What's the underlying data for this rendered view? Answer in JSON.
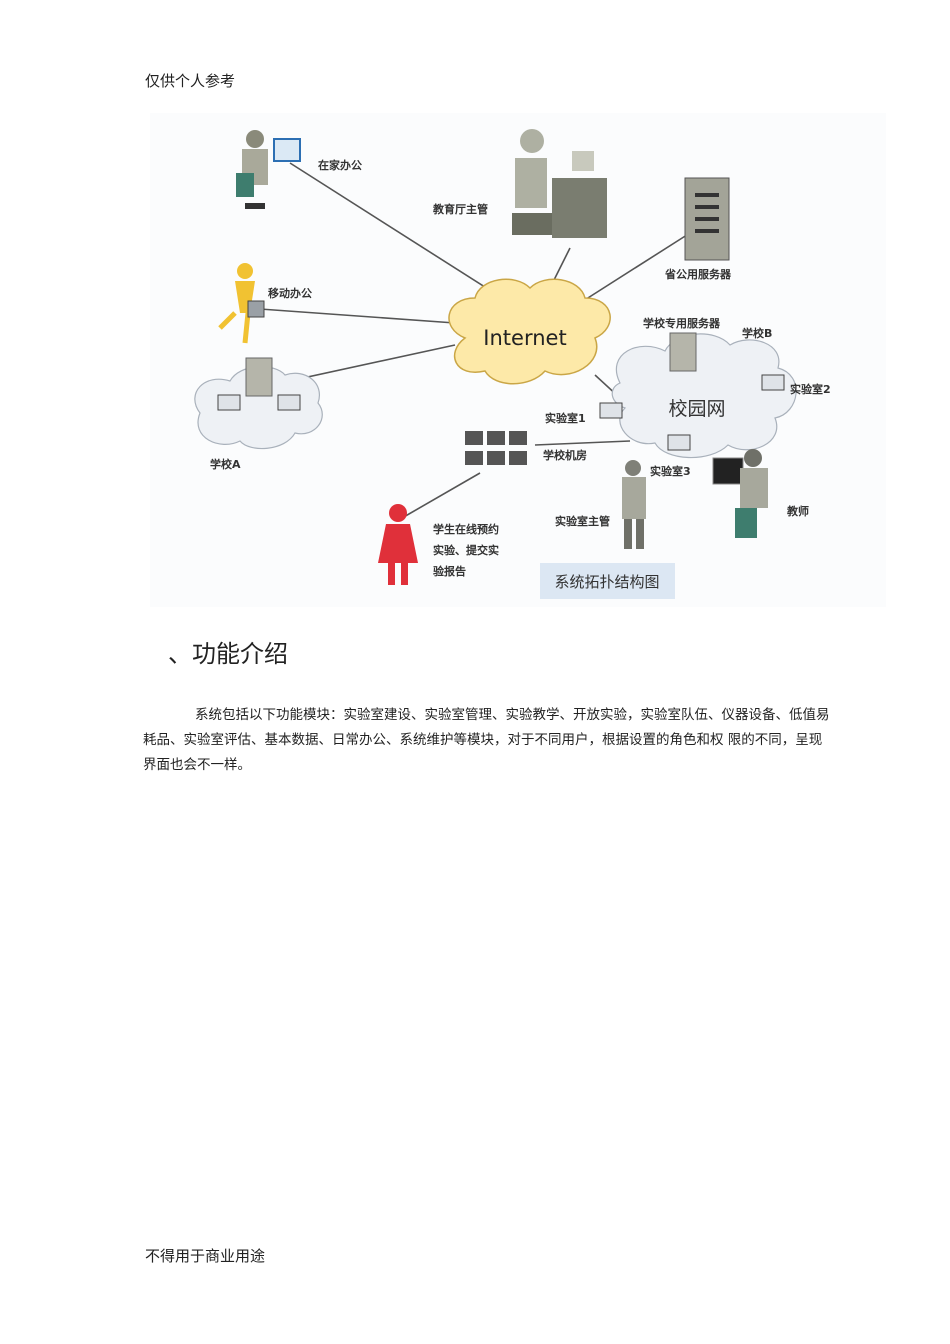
{
  "header": {
    "note": "仅供个人参考"
  },
  "diagram": {
    "caption": "系统拓扑结构图",
    "labels": {
      "home_office": "在家办公",
      "edu_dept_admin": "教育厅主管",
      "public_server": "省公用服务器",
      "mobile_office": "移动办公",
      "internet": "Internet",
      "school_server": "学校专用服务器",
      "school_b": "学校B",
      "lab2": "实验室2",
      "campus_net": "校园网",
      "lab1": "实验室1",
      "school_a": "学校A",
      "computer_room": "学校机房",
      "lab3": "实验室3",
      "lab_admin": "实验室主管",
      "teacher": "教师",
      "student_line1": "学生在线预约",
      "student_line2": "实验、提交实",
      "student_line3": "验报告"
    }
  },
  "section": {
    "title": "、功能介绍",
    "paragraph": "系统包括以下功能模块：实验室建设、实验室管理、实验教学、开放实验，实验室队伍、仪器设备、低值易耗品、实验室评估、基本数据、日常办公、系统维护等模块，对于不同用户，根据设置的角色和权  限的不同，呈现界面也会不一样。"
  },
  "footer": {
    "note": "不得用于商业用途"
  }
}
